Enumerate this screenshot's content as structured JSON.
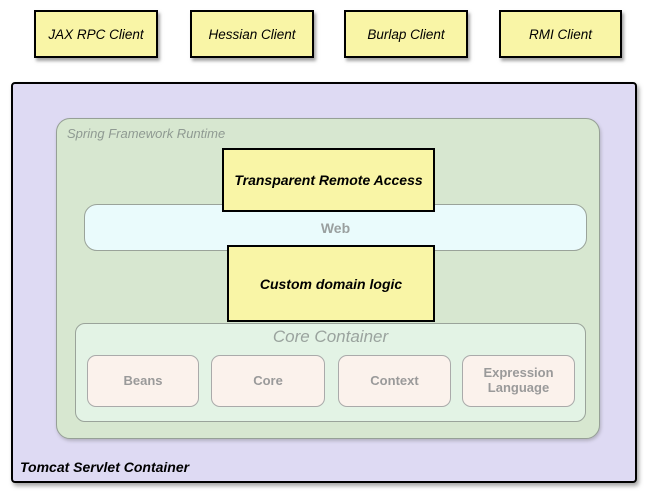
{
  "clients": [
    {
      "label": "JAX RPC Client"
    },
    {
      "label": "Hessian Client"
    },
    {
      "label": "Burlap Client"
    },
    {
      "label": "RMI Client"
    }
  ],
  "tomcat": {
    "label": "Tomcat Servlet Container"
  },
  "spring_runtime": {
    "label": "Spring Framework Runtime"
  },
  "remote_access": {
    "label": "Transparent Remote Access"
  },
  "web": {
    "label": "Web"
  },
  "domain_logic": {
    "label": "Custom domain logic"
  },
  "core_container": {
    "title": "Core Container",
    "modules": [
      {
        "label": "Beans"
      },
      {
        "label": "Core"
      },
      {
        "label": "Context"
      },
      {
        "label": "Expression Language"
      }
    ]
  },
  "colors": {
    "yellow": "#f9f5a6",
    "lavender": "#dedaf3",
    "runtime_green": "#d7e7d0",
    "core_mint": "#e3f3e5",
    "web_blue": "#eafbfc",
    "module_pink": "#fbf2ec",
    "gray_text": "#9a9a9a",
    "black_border": "#000000"
  }
}
